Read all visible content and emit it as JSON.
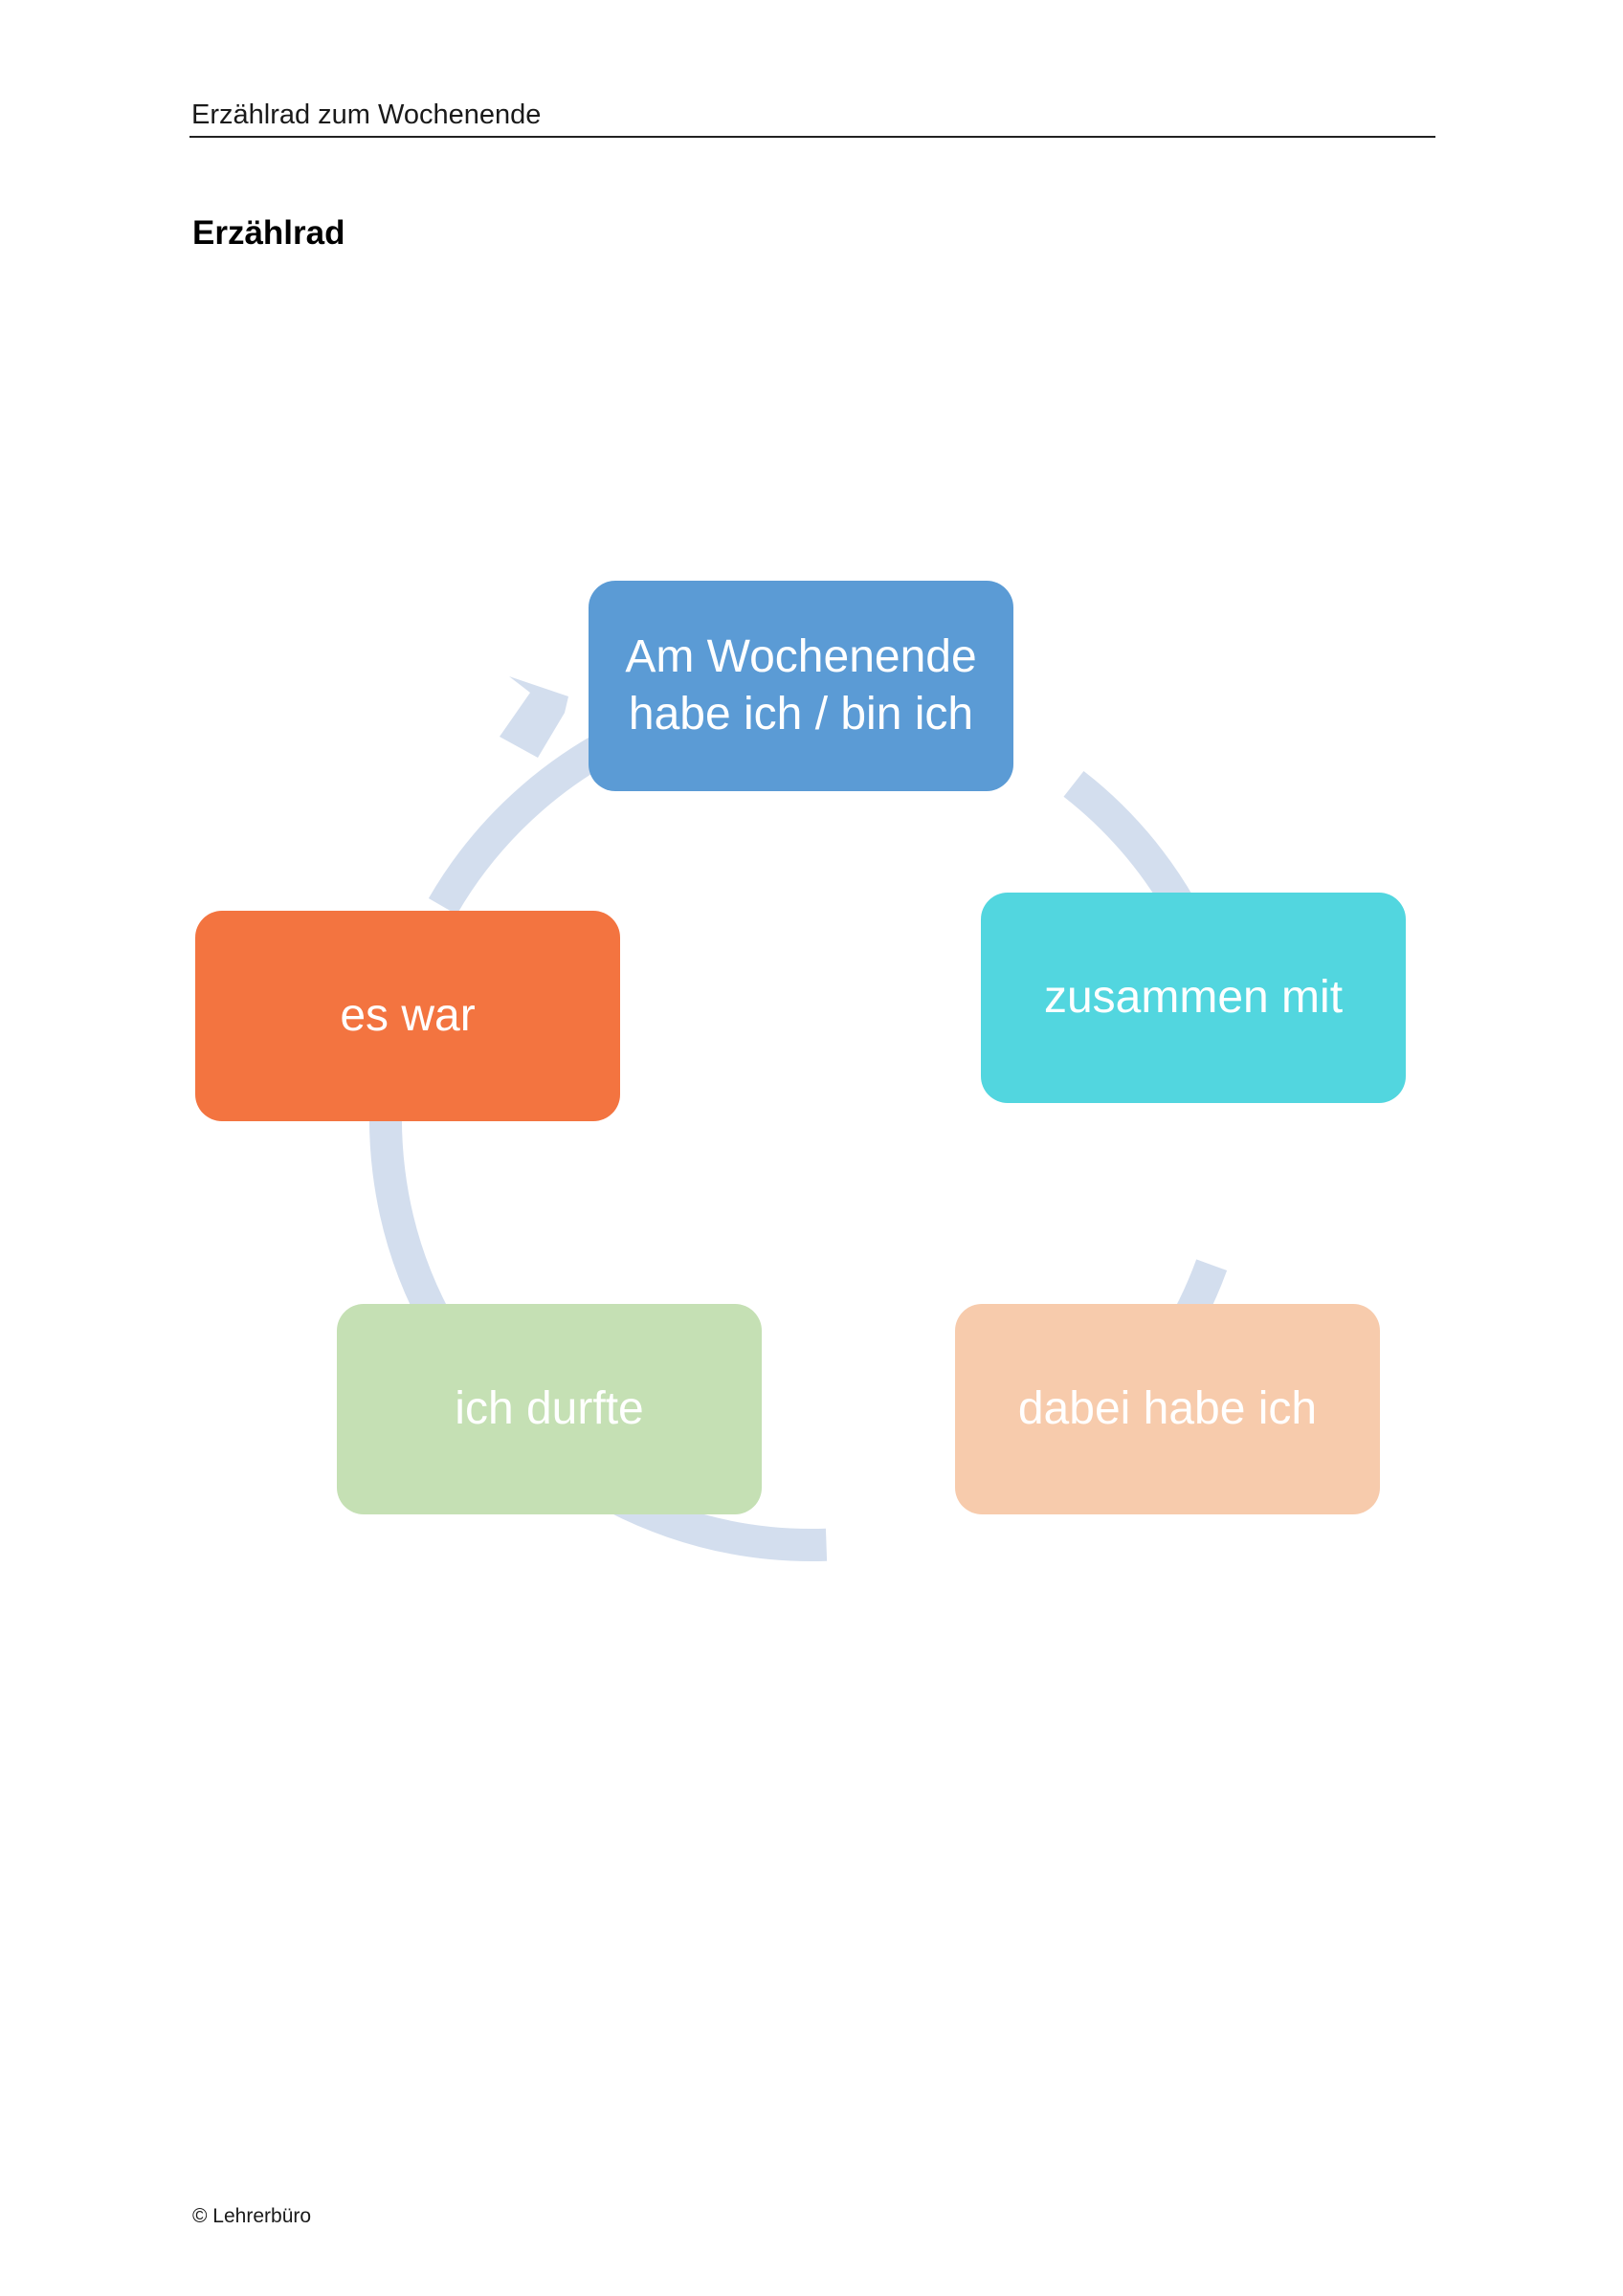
{
  "header": {
    "running_title": "Erzählrad zum Wochenende"
  },
  "page_title": "Erzählrad",
  "diagram": {
    "type": "cycle",
    "arrow_color": "#D3DEEE",
    "nodes": [
      {
        "label": "Am Wochenende\nhabe ich / bin ich",
        "color": "#5B9BD5"
      },
      {
        "label": "zusammen mit",
        "color": "#52D6DF"
      },
      {
        "label": "dabei habe ich",
        "color": "#F7CBAC"
      },
      {
        "label": "ich durfte",
        "color": "#C5E0B4"
      },
      {
        "label": "es war",
        "color": "#F37440"
      }
    ]
  },
  "footer": {
    "copyright": "© Lehrerbüro"
  }
}
